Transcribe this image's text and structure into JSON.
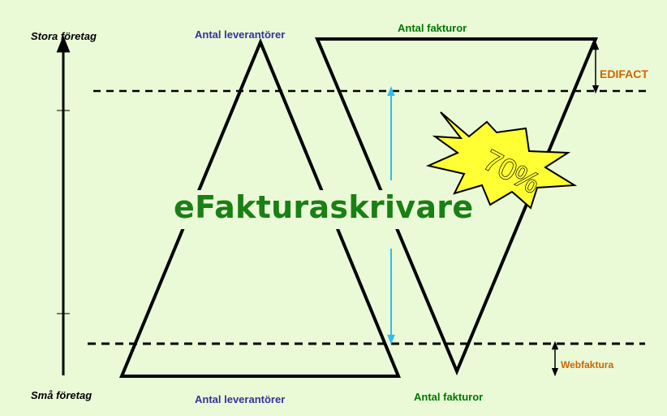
{
  "axis": {
    "top_label": "Stora företag",
    "bottom_label": "Små företag"
  },
  "suppliers": {
    "top_label": "Antal leverantörer",
    "bottom_label": "Antal leverantörer"
  },
  "invoices": {
    "top_label": "Antal fakturor",
    "bottom_label": "Antal fakturor"
  },
  "ranges": {
    "edifact": "EDIFACT",
    "webfaktura": "Webfaktura"
  },
  "center_title": "eFakturaskrivare",
  "burst_badge": "70%",
  "colors": {
    "background": "#eafad7",
    "line": "#000000",
    "arrow": "#33bbee",
    "title": "#1a7f14",
    "supplier_label": "#333399",
    "invoice_label": "#007700",
    "range_label": "#cc6600",
    "badge_fill": "#ffff33"
  }
}
